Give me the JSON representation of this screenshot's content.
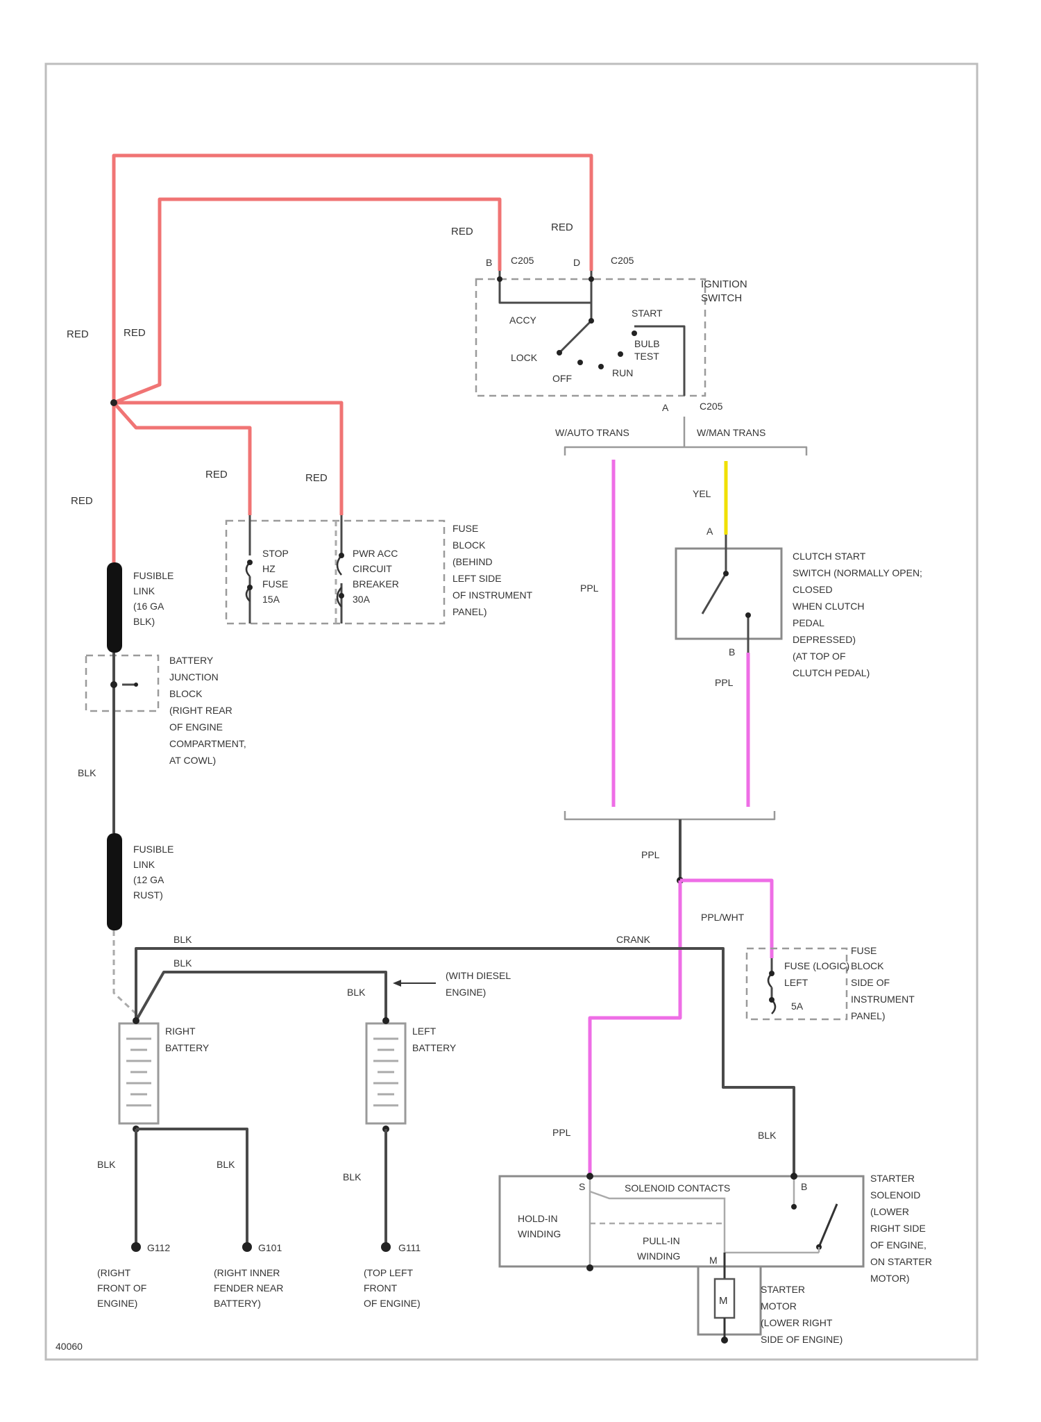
{
  "wires": {
    "red": "RED",
    "blk": "BLK",
    "yel": "YEL",
    "ppl": "PPL",
    "ppl_wht": "PPL/WHT",
    "crank": "CRANK"
  },
  "connectors": {
    "c205": "C205",
    "pin_b": "B",
    "pin_d": "D",
    "pin_a": "A"
  },
  "ignition_switch": {
    "title": [
      "IGNITION",
      "SWITCH"
    ],
    "accy": "ACCY",
    "start": "START",
    "lock": "LOCK",
    "bulb_test": [
      "BULB",
      "TEST"
    ],
    "off": "OFF",
    "run": "RUN"
  },
  "trans": {
    "auto": "W/AUTO TRANS",
    "man": "W/MAN TRANS"
  },
  "fuse_block": {
    "stop_fuse": [
      "STOP",
      "HZ",
      "FUSE",
      "15A"
    ],
    "pwr_breaker": [
      "PWR ACC",
      "CIRCUIT",
      "BREAKER",
      "30A"
    ],
    "desc": [
      "FUSE",
      "BLOCK",
      "(BEHIND",
      "LEFT SIDE",
      "OF INSTRUMENT",
      "PANEL)"
    ]
  },
  "fusible_link_1": [
    "FUSIBLE",
    "LINK",
    "(16 GA",
    "BLK)"
  ],
  "fusible_link_2": [
    "FUSIBLE",
    "LINK",
    "(12 GA",
    "RUST)"
  ],
  "battery_junction": [
    "BATTERY",
    "JUNCTION",
    "BLOCK",
    "(RIGHT REAR",
    "OF ENGINE",
    "COMPARTMENT,",
    "AT COWL)"
  ],
  "clutch_switch": [
    "CLUTCH START",
    "SWITCH (NORMALLY OPEN;",
    "CLOSED",
    "WHEN CLUTCH",
    "PEDAL",
    "DEPRESSED)",
    "(AT TOP OF",
    "CLUTCH PEDAL)"
  ],
  "fuse_5a": {
    "label": [
      "FUSE (LOGIC)",
      "LEFT",
      "5A"
    ],
    "desc": [
      "FUSE",
      "BLOCK",
      "SIDE OF",
      "INSTRUMENT",
      "PANEL)"
    ]
  },
  "diesel_note": [
    "(WITH DIESEL",
    "ENGINE)"
  ],
  "right_battery": [
    "RIGHT",
    "BATTERY"
  ],
  "left_battery": [
    "LEFT",
    "BATTERY"
  ],
  "grounds": {
    "g112": "G112",
    "g101": "G101",
    "g111": "G111",
    "g112_desc": [
      "(RIGHT",
      "FRONT OF",
      "ENGINE)"
    ],
    "g101_desc": [
      "(RIGHT INNER",
      "FENDER NEAR",
      "BATTERY)"
    ],
    "g111_desc": [
      "(TOP LEFT",
      "FRONT",
      "OF ENGINE)"
    ]
  },
  "solenoid": {
    "contacts": "SOLENOID CONTACTS",
    "hold_in": [
      "HOLD-IN",
      "WINDING"
    ],
    "pull_in": [
      "PULL-IN",
      "WINDING"
    ],
    "desc": [
      "STARTER",
      "SOLENOID",
      "(LOWER",
      "RIGHT SIDE",
      "OF ENGINE,",
      "ON STARTER",
      "MOTOR)"
    ],
    "pin_s": "S",
    "pin_b": "B",
    "pin_m": "M"
  },
  "starter_motor": {
    "symbol": "M",
    "desc": [
      "STARTER",
      "MOTOR",
      "(LOWER RIGHT",
      "SIDE OF ENGINE)"
    ]
  },
  "figure_id": "40060",
  "colors": {
    "red": "#f07474",
    "pink": "#ee6ee6",
    "yellow": "#f0e000",
    "dark": "#4a4a4a"
  }
}
